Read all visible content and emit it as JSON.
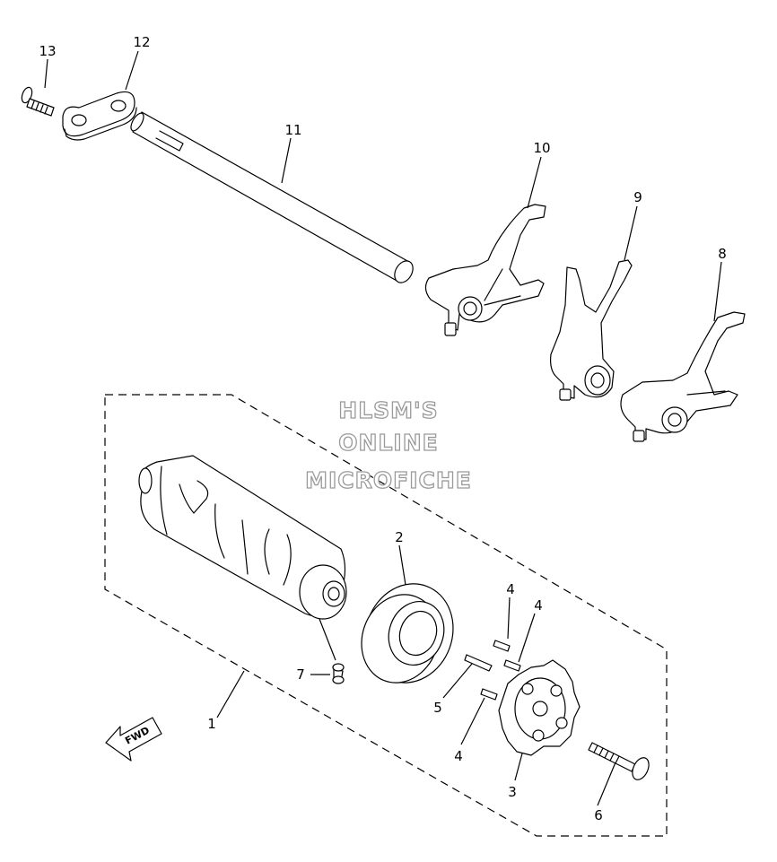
{
  "watermark": {
    "line1": "HLSM'S",
    "line2": "ONLINE",
    "line3": "MICROFICHE"
  },
  "fwd_label": "FWD",
  "callouts": {
    "c1": "1",
    "c2": "2",
    "c3": "3",
    "c4a": "4",
    "c4b": "4",
    "c4c": "4",
    "c5": "5",
    "c6": "6",
    "c7": "7",
    "c8": "8",
    "c9": "9",
    "c10": "10",
    "c11": "11",
    "c12": "12",
    "c13": "13"
  }
}
